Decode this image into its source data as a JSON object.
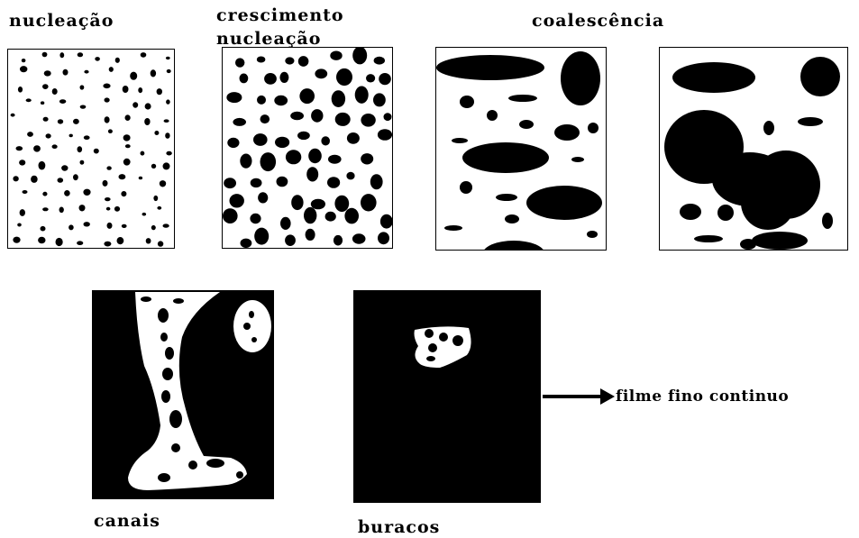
{
  "labels": {
    "nucleation": "nucleação",
    "growth_line1": "crescimento",
    "growth_line2": "nucleação",
    "coalescence": "coalescência",
    "channels": "canais",
    "holes": "buracos",
    "continuous_film": "filme fino continuo"
  },
  "colors": {
    "ink": "#000000",
    "paper": "#ffffff"
  }
}
